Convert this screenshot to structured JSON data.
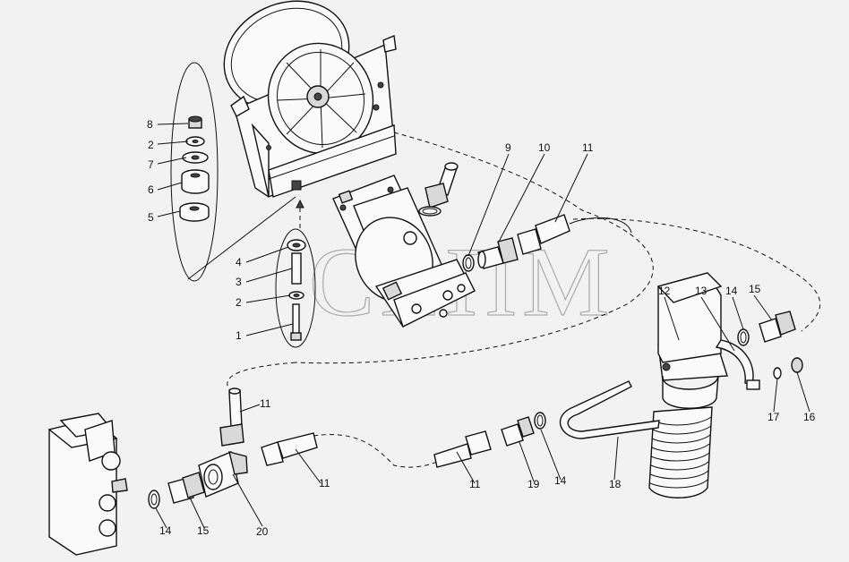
{
  "diagram": {
    "watermark": "СЕПМ",
    "callouts": [
      {
        "id": "c8a",
        "text": "8"
      },
      {
        "id": "c2a",
        "text": "2"
      },
      {
        "id": "c7",
        "text": "7"
      },
      {
        "id": "c6",
        "text": "6"
      },
      {
        "id": "c5",
        "text": "5"
      },
      {
        "id": "c4",
        "text": "4"
      },
      {
        "id": "c3",
        "text": "3"
      },
      {
        "id": "c2b",
        "text": "2"
      },
      {
        "id": "c1",
        "text": "1"
      },
      {
        "id": "c9",
        "text": "9"
      },
      {
        "id": "c10",
        "text": "10"
      },
      {
        "id": "c11a",
        "text": "11"
      },
      {
        "id": "c12",
        "text": "12"
      },
      {
        "id": "c13",
        "text": "13"
      },
      {
        "id": "c14a",
        "text": "14"
      },
      {
        "id": "c15a",
        "text": "15"
      },
      {
        "id": "c17",
        "text": "17"
      },
      {
        "id": "c16",
        "text": "16"
      },
      {
        "id": "c11b",
        "text": "11"
      },
      {
        "id": "c11c",
        "text": "11"
      },
      {
        "id": "c11d",
        "text": "11"
      },
      {
        "id": "c19",
        "text": "19"
      },
      {
        "id": "c14b",
        "text": "14"
      },
      {
        "id": "c18",
        "text": "18"
      },
      {
        "id": "c14c",
        "text": "14"
      },
      {
        "id": "c15b",
        "text": "15"
      },
      {
        "id": "c20",
        "text": "20"
      }
    ]
  }
}
